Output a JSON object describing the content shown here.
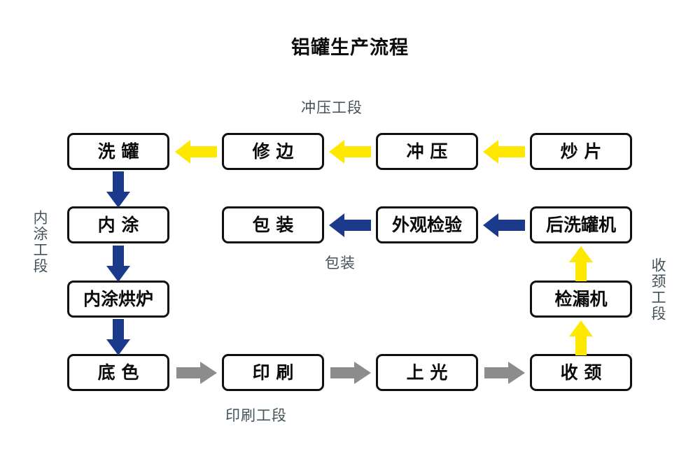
{
  "title": "铝罐生产流程",
  "colors": {
    "arrow_yellow": "#FFE800",
    "arrow_blue": "#1B3A8C",
    "arrow_gray": "#8C8C8C",
    "box_border": "#101010",
    "label_text": "#44525A",
    "background": "#FFFFFF"
  },
  "section_labels": {
    "stamping": "冲压工段",
    "packaging": "包装",
    "printing": "印刷工段",
    "internal_coating": "内涂工段",
    "necking": "收颈工段"
  },
  "nodes": {
    "wash_can": "洗  罐",
    "trim": "修  边",
    "stamping": "冲  压",
    "blank": "炒  片",
    "inner_coat": "内  涂",
    "packing": "包  装",
    "appearance_inspection": "外观检验",
    "post_washer": "后洗罐机",
    "inner_coat_oven": "内涂烘炉",
    "leak_detector": "检漏机",
    "base_color": "底  色",
    "printing": "印  刷",
    "varnishing": "上  光",
    "necking": "收  颈"
  },
  "flow_edges": [
    {
      "from": "炒  片",
      "to": "冲  压",
      "direction": "left",
      "color": "yellow"
    },
    {
      "from": "冲  压",
      "to": "修  边",
      "direction": "left",
      "color": "yellow"
    },
    {
      "from": "修  边",
      "to": "洗  罐",
      "direction": "left",
      "color": "yellow"
    },
    {
      "from": "洗  罐",
      "to": "内  涂",
      "direction": "down",
      "color": "blue"
    },
    {
      "from": "内  涂",
      "to": "内涂烘炉",
      "direction": "down",
      "color": "blue"
    },
    {
      "from": "内涂烘炉",
      "to": "底  色",
      "direction": "down",
      "color": "blue"
    },
    {
      "from": "底  色",
      "to": "印  刷",
      "direction": "right",
      "color": "gray"
    },
    {
      "from": "印  刷",
      "to": "上  光",
      "direction": "right",
      "color": "gray"
    },
    {
      "from": "上  光",
      "to": "收  颈",
      "direction": "right",
      "color": "gray"
    },
    {
      "from": "收  颈",
      "to": "检漏机",
      "direction": "up",
      "color": "yellow"
    },
    {
      "from": "检漏机",
      "to": "后洗罐机",
      "direction": "up",
      "color": "yellow"
    },
    {
      "from": "后洗罐机",
      "to": "外观检验",
      "direction": "left",
      "color": "blue"
    },
    {
      "from": "外观检验",
      "to": "包  装",
      "direction": "left",
      "color": "blue"
    }
  ]
}
